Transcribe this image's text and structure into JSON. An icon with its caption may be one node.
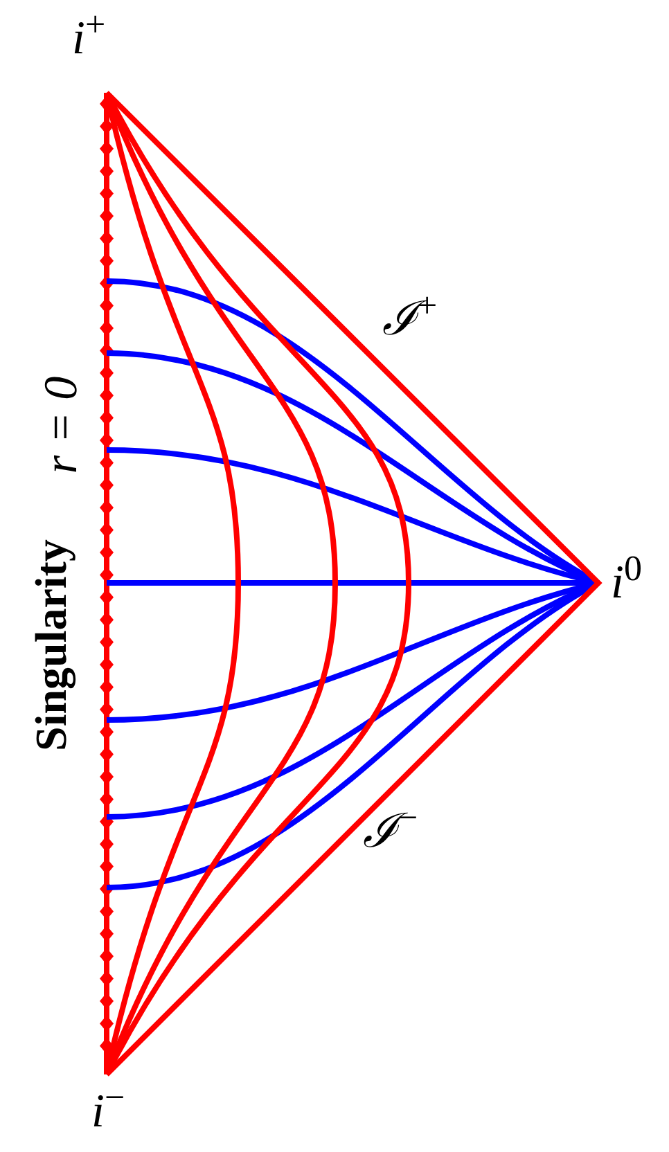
{
  "diagram": {
    "labels": [
      "i$^{+}$",
      "ℐ$^{+}$",
      "r = 0",
      "Singularity",
      "i$^{0}$",
      "ℐ$^{−}$",
      "i$^{−}$"
    ]
  }
}
